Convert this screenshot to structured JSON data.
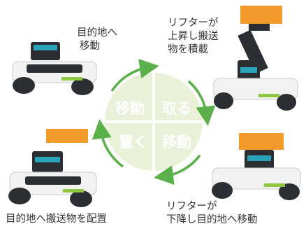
{
  "cycle": {
    "top_left": "移動",
    "top_right": "取る",
    "bottom_left": "置く",
    "bottom_right": "移動"
  },
  "captions": {
    "top_left": [
      "目的地へ",
      "移動"
    ],
    "top_right": [
      "リフターが",
      "上昇し搬送",
      "物を積載"
    ],
    "bottom_left": [
      "目的地へ搬送物を配置"
    ],
    "bottom_right": [
      "リフターが",
      "下降し目的地へ移動"
    ]
  },
  "colors": {
    "segment_fill": "#e9f1d8",
    "segment_text": "#ffffff",
    "ring": "#5ab04a",
    "cargo": "#f39a2b",
    "robot_body": "#f2f2f2",
    "robot_dark": "#2b2f33",
    "robot_accent": "#2aa3b8"
  }
}
